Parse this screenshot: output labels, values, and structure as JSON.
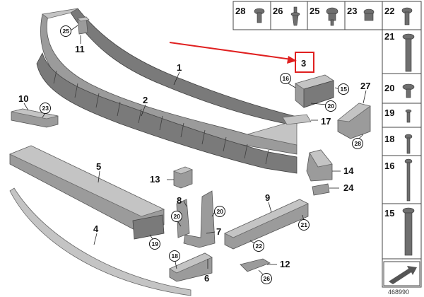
{
  "diagram": {
    "catalog_number": "468990",
    "callouts": {
      "c1": "1",
      "c2": "2",
      "c3": "3",
      "c4": "4",
      "c5": "5",
      "c6": "6",
      "c7": "7",
      "c8": "8",
      "c9": "9",
      "c10": "10",
      "c11": "11",
      "c12": "12",
      "c13": "13",
      "c14": "14",
      "c17": "17",
      "c24": "24",
      "c27": "27"
    },
    "circled_refs": {
      "r25a": "25",
      "r23a": "23",
      "r16a": "16",
      "r15a": "15",
      "r20a": "20",
      "r28a": "28",
      "r20b": "20",
      "r20c": "20",
      "r19a": "19",
      "r18a": "18",
      "r21a": "21",
      "r22a": "22",
      "r26a": "26"
    },
    "fastener_top_row": [
      "28",
      "26",
      "25",
      "23",
      "22"
    ],
    "fastener_side_column": [
      "21",
      "20",
      "19",
      "18",
      "16",
      "15"
    ],
    "highlight": {
      "label": "3",
      "border_color": "#e02020",
      "arrow_color": "#e02020"
    }
  }
}
